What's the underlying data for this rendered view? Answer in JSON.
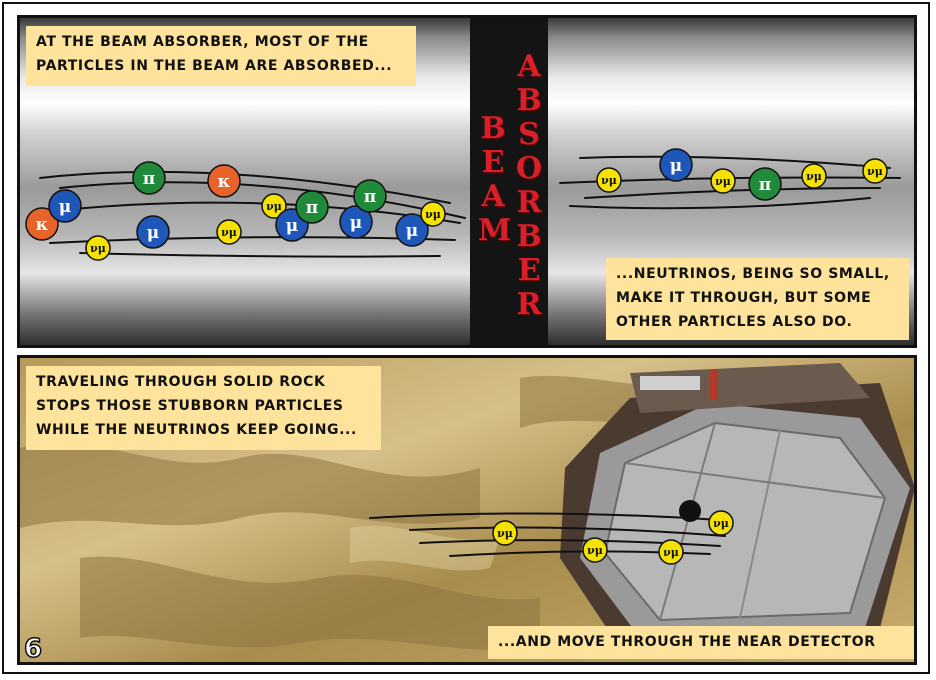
{
  "page": {
    "number": "6"
  },
  "panel_top": {
    "caption_left": [
      "At the beam absorber, most of the",
      "particles in the beam are absorbed..."
    ],
    "absorber_word_1": [
      "B",
      "E",
      "A",
      "M"
    ],
    "absorber_word_2": [
      "A",
      "B",
      "S",
      "O",
      "R",
      "B",
      "E",
      "R"
    ],
    "caption_right": [
      "...neutrinos, being so small,",
      "make it through, but some",
      "other particles also do."
    ],
    "particles_left": [
      {
        "symbol": "κ",
        "color": "#e8632a"
      },
      {
        "symbol": "μ",
        "color": "#1f57b8"
      },
      {
        "symbol": "νμ",
        "color": "#f5e200"
      },
      {
        "symbol": "π",
        "color": "#1e8a3a"
      },
      {
        "symbol": "μ",
        "color": "#1f57b8"
      },
      {
        "symbol": "κ",
        "color": "#e8632a"
      },
      {
        "symbol": "νμ",
        "color": "#f5e200"
      },
      {
        "symbol": "νμ",
        "color": "#f5e200"
      },
      {
        "symbol": "μ",
        "color": "#1f57b8"
      },
      {
        "symbol": "π",
        "color": "#1e8a3a"
      },
      {
        "symbol": "μ",
        "color": "#1f57b8"
      },
      {
        "symbol": "π",
        "color": "#1e8a3a"
      },
      {
        "symbol": "μ",
        "color": "#1f57b8"
      },
      {
        "symbol": "νμ",
        "color": "#f5e200"
      }
    ],
    "particles_right": [
      {
        "symbol": "νμ",
        "color": "#f5e200"
      },
      {
        "symbol": "μ",
        "color": "#1f57b8"
      },
      {
        "symbol": "νμ",
        "color": "#f5e200"
      },
      {
        "symbol": "π",
        "color": "#1e8a3a"
      },
      {
        "symbol": "νμ",
        "color": "#f5e200"
      },
      {
        "symbol": "νμ",
        "color": "#f5e200"
      }
    ]
  },
  "panel_bottom": {
    "caption_top": [
      "Traveling through solid rock",
      "stops those stubborn particles",
      "while the neutrinos keep going..."
    ],
    "caption_bottom": [
      "...and move through the near detector"
    ],
    "particles": [
      {
        "symbol": "νμ",
        "color": "#f5e200"
      },
      {
        "symbol": "νμ",
        "color": "#f5e200"
      },
      {
        "symbol": "νμ",
        "color": "#f5e200"
      },
      {
        "symbol": "νμ",
        "color": "#f5e200"
      }
    ]
  }
}
